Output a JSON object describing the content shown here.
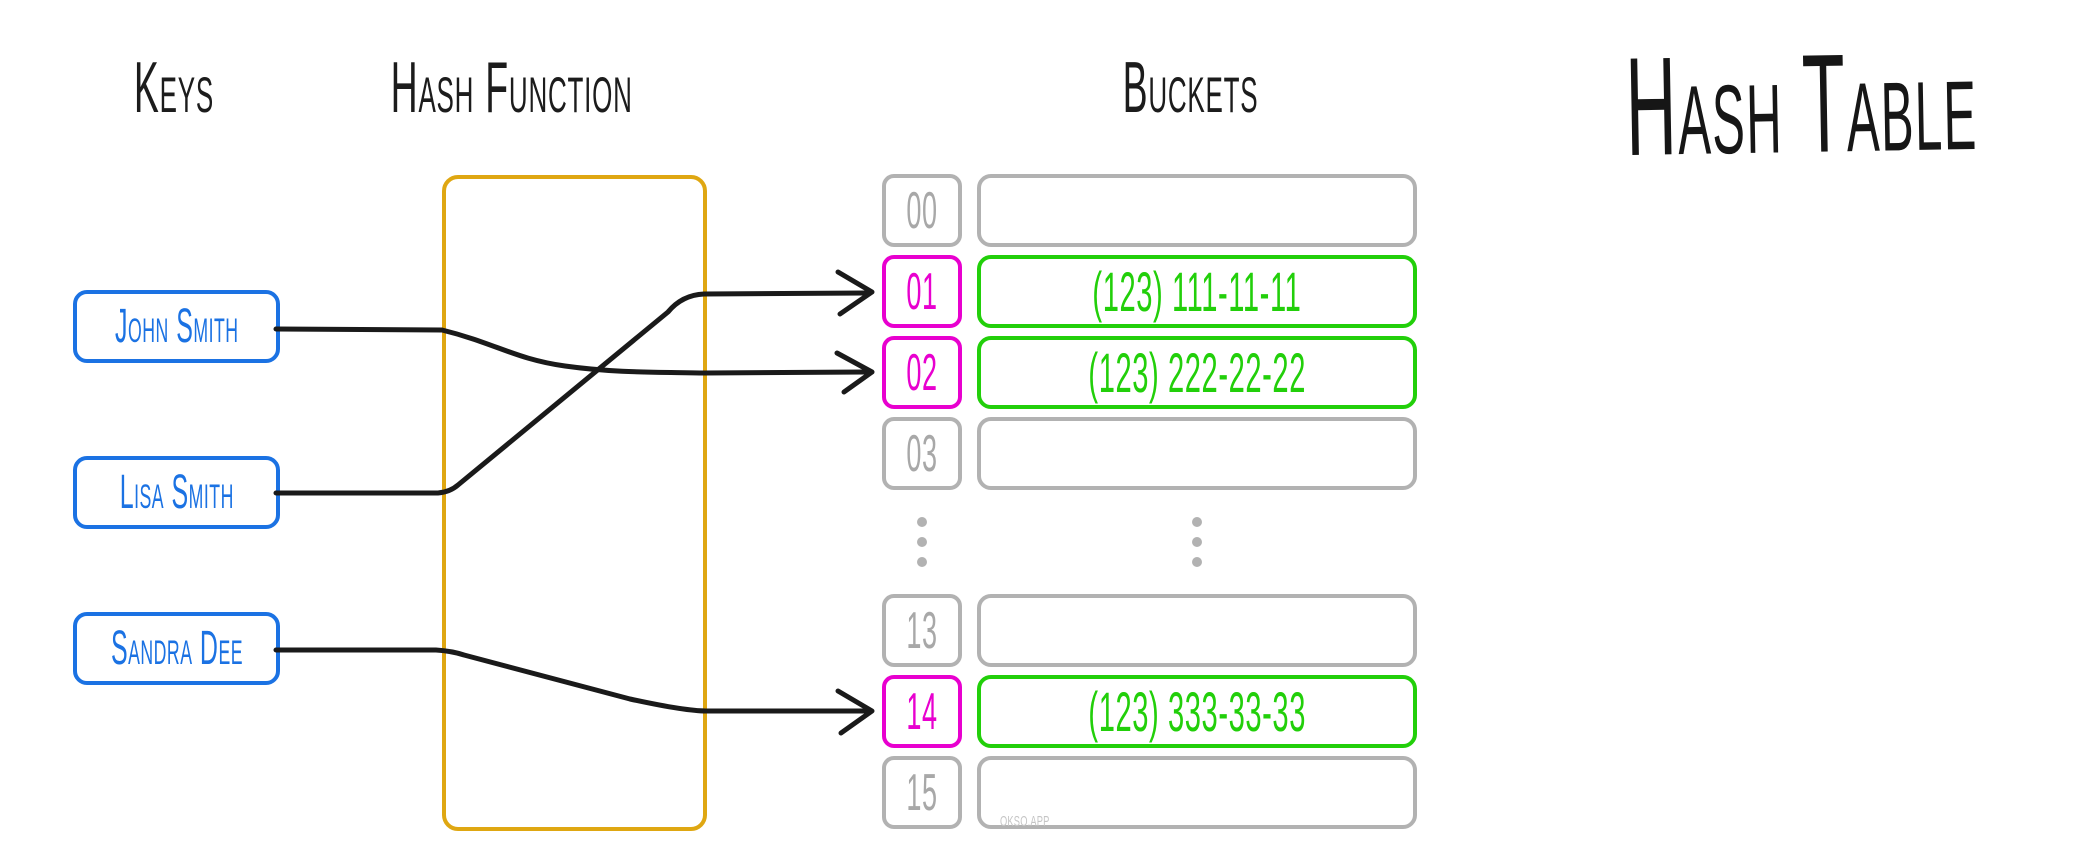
{
  "title": "Hash Table",
  "columns": {
    "keys_label": "Keys",
    "hash_function_label": "Hash Function",
    "buckets_label": "Buckets"
  },
  "keys": [
    {
      "label": "John Smith"
    },
    {
      "label": "Lisa Smith"
    },
    {
      "label": "Sandra Dee"
    }
  ],
  "bucket_rows": [
    {
      "index": "00",
      "value": "",
      "highlighted": false
    },
    {
      "index": "01",
      "value": "(123) 111-11-11",
      "highlighted": true
    },
    {
      "index": "02",
      "value": "(123) 222-22-22",
      "highlighted": true
    },
    {
      "index": "03",
      "value": "",
      "highlighted": false
    },
    {
      "index": "13",
      "value": "",
      "highlighted": false
    },
    {
      "index": "14",
      "value": "(123) 333-33-33",
      "highlighted": true
    },
    {
      "index": "15",
      "value": "",
      "highlighted": false
    }
  ],
  "connections": [
    {
      "from": "John Smith",
      "to_bucket": "02"
    },
    {
      "from": "Lisa Smith",
      "to_bucket": "01"
    },
    {
      "from": "Sandra Dee",
      "to_bucket": "14"
    }
  ],
  "watermark": "OKSO.APP",
  "colors": {
    "key_blue": "#1b72e3",
    "hash_gold": "#dfa712",
    "bucket_magenta": "#e800cf",
    "value_green": "#22cf0a",
    "neutral_gray": "#b2b2b2",
    "gray_text": "#a8a8a8",
    "line_black": "#1a1a1a",
    "watermark_gray": "#c5c5c5"
  }
}
